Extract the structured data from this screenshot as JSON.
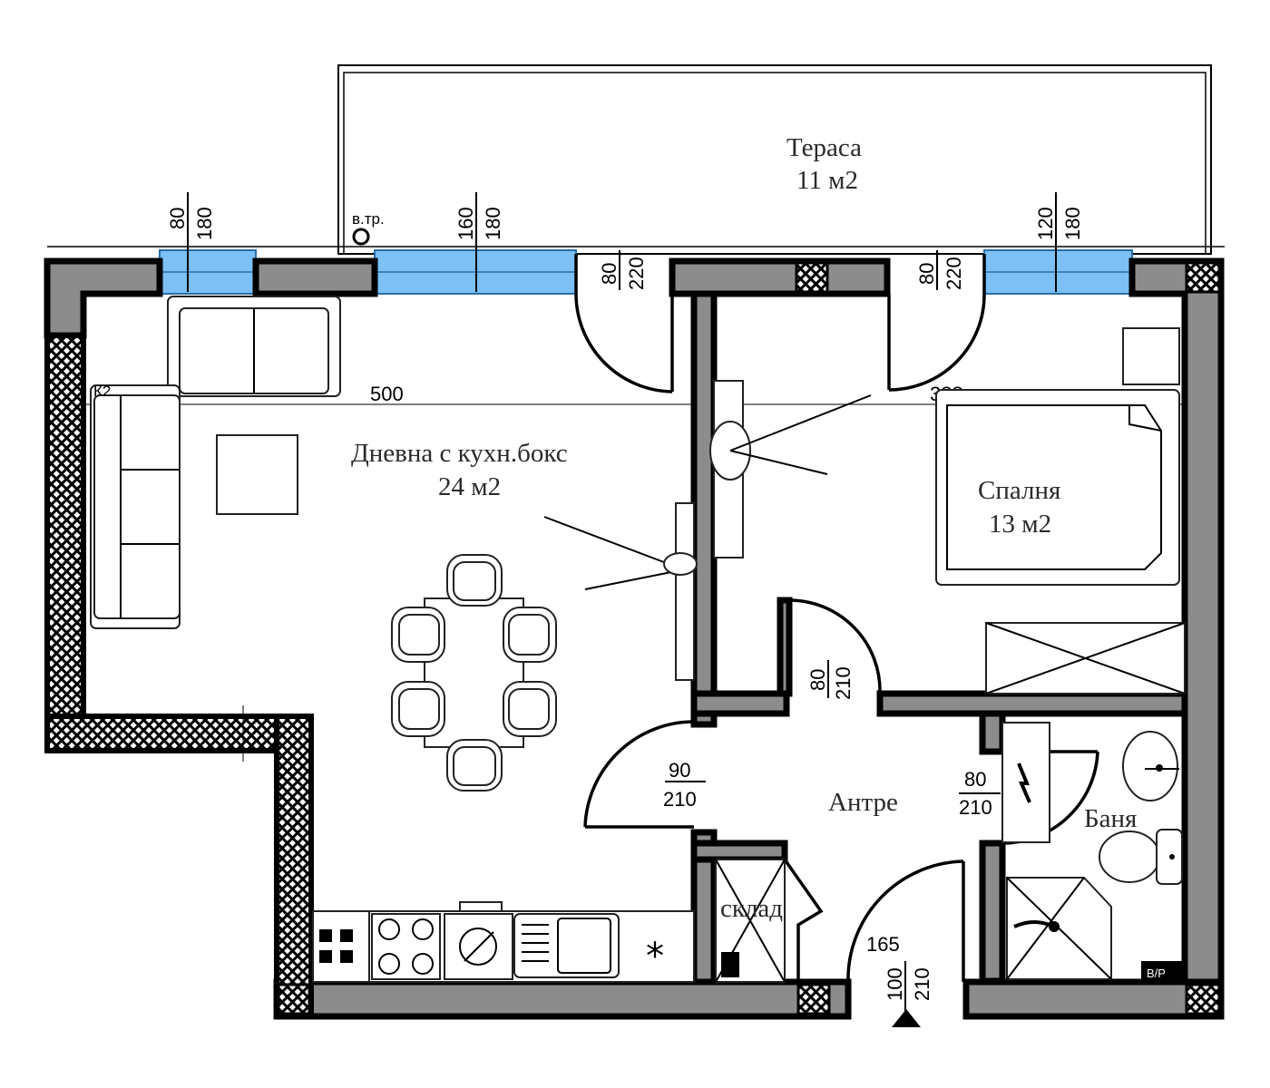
{
  "rooms": {
    "terrace": {
      "name": "Тераса",
      "area": "11 м2"
    },
    "living": {
      "name": "Дневна с кухн.бокс",
      "area": "24 м2"
    },
    "bedroom": {
      "name": "Спалня",
      "area": "13 м2"
    },
    "hall": {
      "name": "Антре"
    },
    "bath": {
      "name": "Баня"
    },
    "storage": {
      "name": "склад"
    }
  },
  "labels": {
    "vtr": "в.тр.",
    "k2": "К2",
    "vr": "В/Р"
  },
  "dimensions": {
    "living_width": "500",
    "bedroom_width": "388",
    "hall_depth": "165",
    "win1": {
      "w": "80",
      "h": "180"
    },
    "win2": {
      "w": "160",
      "h": "180"
    },
    "win3": {
      "w": "120",
      "h": "180"
    },
    "door_balcony1": {
      "w": "80",
      "h": "220"
    },
    "door_balcony2": {
      "w": "80",
      "h": "220"
    },
    "door_bedroom": {
      "w": "80",
      "h": "210"
    },
    "door_living": {
      "w": "90",
      "h": "210"
    },
    "door_bath": {
      "w": "80",
      "h": "210"
    },
    "door_entrance": {
      "w": "100",
      "h": "210"
    }
  },
  "colors": {
    "wall_fill": "#8c8c8c",
    "window_glass": "#7cc0f5",
    "hatch": "#000000"
  }
}
